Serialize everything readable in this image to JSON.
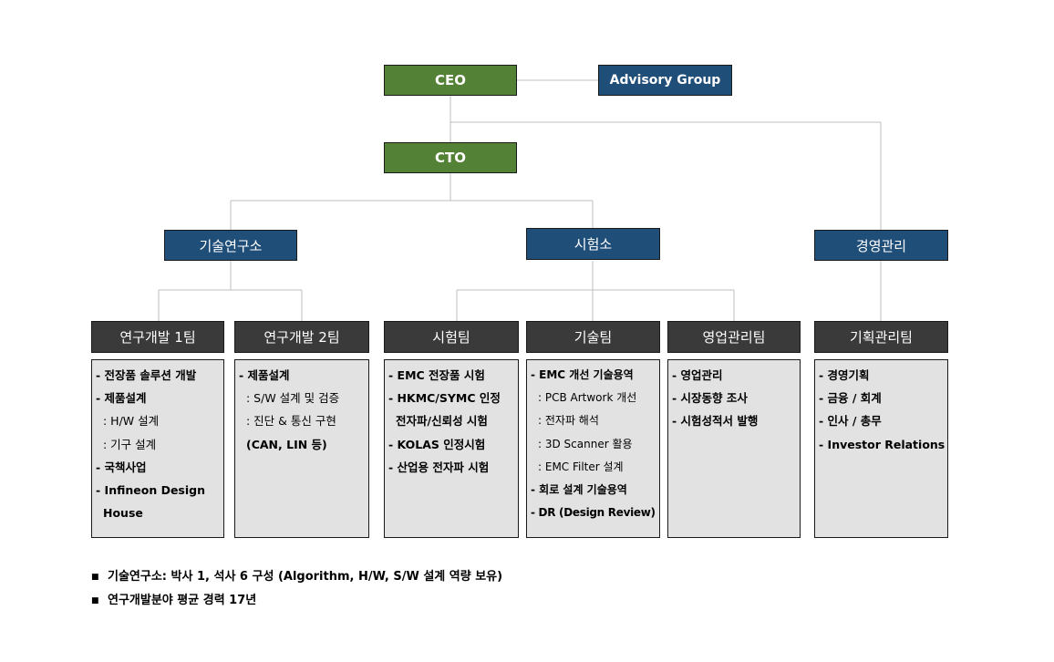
{
  "top": {
    "ceo": "CEO",
    "advisory": "Advisory Group",
    "cto": "CTO"
  },
  "divisions": {
    "lab": "기술연구소",
    "test": "시험소",
    "mgmt": "경영관리"
  },
  "teams": {
    "rnd1": "연구개발 1팀",
    "rnd2": "연구개발 2팀",
    "test_team": "시험팀",
    "tech_team": "기술팀",
    "sales_team": "영업관리팀",
    "plan_team": "기획관리팀"
  },
  "duties": {
    "rnd1": [
      "- 전장품 솔루션 개발",
      "- 제품설계",
      ": H/W 설계",
      ": 기구 설계",
      "- 국책사업",
      "- Infineon Design",
      "House"
    ],
    "rnd2": [
      "- 제품설계",
      ": S/W 설계 및 검증",
      ": 진단 & 통신 구현",
      "(CAN, LIN 등)"
    ],
    "test_team": [
      "- EMC 전장품 시험",
      "- HKMC/SYMC 인정",
      "전자파/신뢰성 시험",
      "- KOLAS 인정시험",
      "- 산업용 전자파 시험"
    ],
    "tech_team": [
      "- EMC 개선 기술용역",
      ": PCB Artwork 개선",
      ": 전자파 해석",
      ": 3D Scanner 활용",
      ": EMC Filter 설계",
      "- 회로 설계 기술용역",
      "- DR (Design Review)"
    ],
    "sales_team": [
      "- 영업관리",
      "- 시장동향 조사",
      "- 시험성적서 발행"
    ],
    "plan_team": [
      "- 경영기획",
      "- 금융 / 회계",
      "- 인사 / 총무",
      "- Investor Relations"
    ]
  },
  "notes": [
    "기술연구소: 박사 1, 석사 6 구성 (Algorithm,  H/W,  S/W 설계 역량 보유)",
    "연구개발분야 평균 경력 17년"
  ],
  "colors": {
    "green": "#538135",
    "navy": "#1f4e79",
    "dark": "#3a3a3a",
    "panel": "#e2e2e2",
    "line": "#bfbfbf"
  }
}
